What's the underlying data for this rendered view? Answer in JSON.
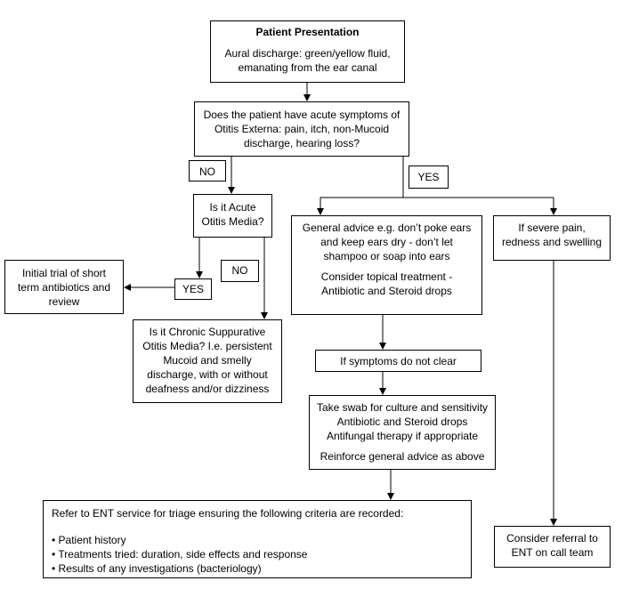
{
  "nodes": {
    "presentation": {
      "title": "Patient Presentation",
      "lines": [
        "Aural discharge: green/yellow fluid,",
        "emanating from the ear canal"
      ]
    },
    "acute_question": {
      "lines": [
        "Does the patient have acute symptoms of",
        "Otitis Externa: pain, itch, non-Mucoid",
        "discharge, hearing loss?"
      ]
    },
    "no_label_1": "NO",
    "yes_label_1": "YES",
    "aom_question": {
      "lines": [
        "Is it Acute",
        "Otitis Media?"
      ]
    },
    "general_advice": {
      "lines": [
        "General advice e.g. don’t poke ears",
        "and keep ears dry - don’t let",
        "shampoo or soap into ears"
      ],
      "topical_lines": [
        "Consider topical treatment -",
        "Antibiotic and Steroid drops"
      ]
    },
    "severe_pain": {
      "lines": [
        "If severe pain,",
        "redness and swelling"
      ]
    },
    "antibiotics_trial": {
      "lines": [
        "Initial trial of short",
        "term antibiotics and",
        "review"
      ]
    },
    "yes_label_2": "YES",
    "no_label_2": "NO",
    "csom_question": {
      "lines": [
        "Is it Chronic Suppurative",
        "Otitis Media? I.e. persistent",
        "Mucoid and smelly",
        "discharge, with or without",
        "deafness and/or dizziness"
      ]
    },
    "symptoms_not_clear": "If symptoms do not clear",
    "swab": {
      "lines": [
        "Take swab for culture and sensitivity",
        "Antibiotic and Steroid drops",
        "Antifungal therapy if appropriate"
      ],
      "reinforce": "Reinforce general advice as above"
    },
    "refer_ent": {
      "heading": "Refer to ENT service for triage ensuring the following criteria are recorded:",
      "bullets": [
        "• Patient history",
        "• Treatments tried: duration, side effects and response",
        "• Results of any investigations (bacteriology)"
      ]
    },
    "refer_oncall": {
      "lines": [
        "Consider referral to",
        "ENT on call team"
      ]
    }
  }
}
